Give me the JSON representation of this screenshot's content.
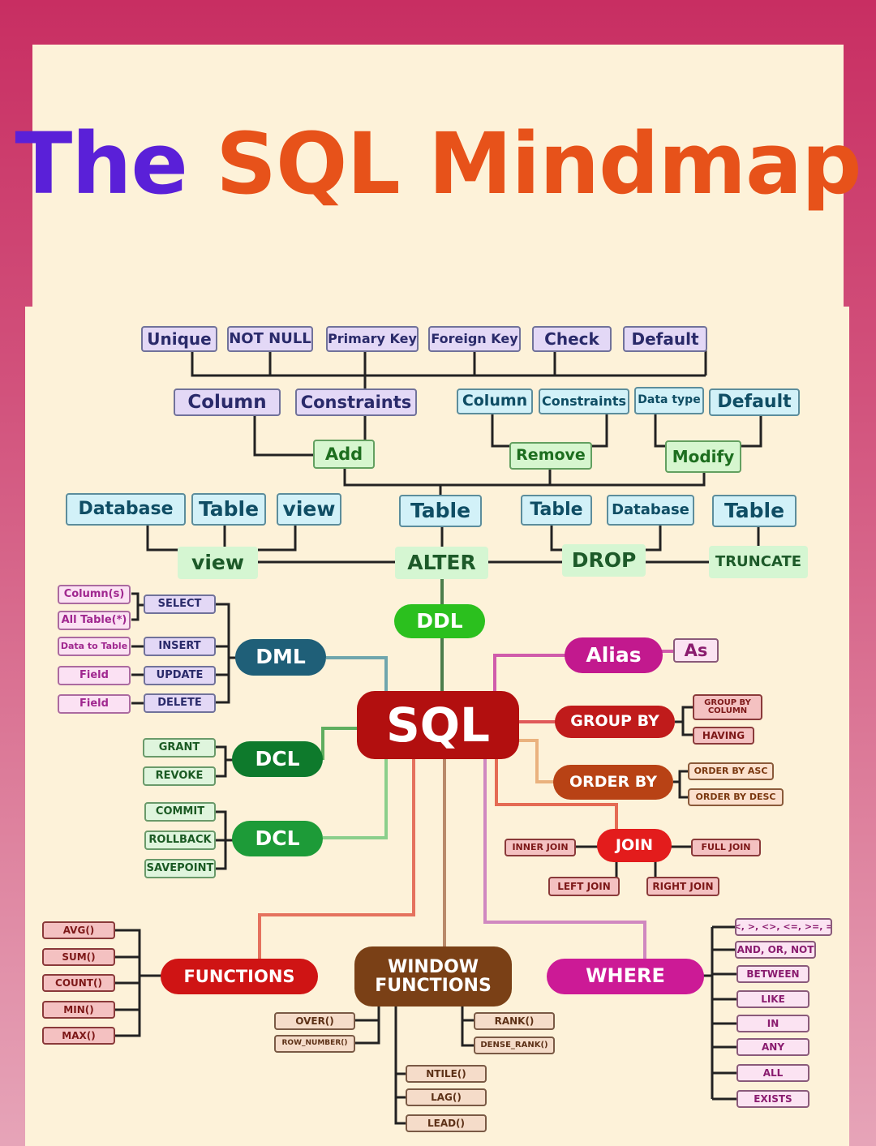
{
  "title": {
    "part1": "The",
    "part2": "SQL Mindmap"
  },
  "colors": {
    "title_part1": "#5a20d8",
    "title_part2": "#e7521a"
  },
  "center": {
    "label": "SQL"
  },
  "ddl": {
    "label": "DDL",
    "constraints": [
      "Unique",
      "NOT NULL",
      "Primary Key",
      "Foreign Key",
      "Check",
      "Default"
    ],
    "add": {
      "label": "Add",
      "children": [
        "Column",
        "Constraints"
      ]
    },
    "remove": {
      "label": "Remove",
      "children": [
        "Column",
        "Constraints"
      ]
    },
    "modify": {
      "label": "Modify",
      "children": [
        "Data type",
        "Default"
      ]
    },
    "alter": {
      "label": "ALTER",
      "target": "Table"
    },
    "view": {
      "label": "view",
      "children": [
        "Database",
        "Table",
        "view"
      ]
    },
    "drop": {
      "label": "DROP",
      "children": [
        "Table",
        "Database"
      ]
    },
    "truncate": {
      "label": "TRUNCATE",
      "target": "Table"
    }
  },
  "dml": {
    "label": "DML",
    "commands": [
      {
        "label": "SELECT",
        "args": [
          "Column(s)",
          "All Table(*)"
        ]
      },
      {
        "label": "INSERT",
        "args": [
          "Data to Table"
        ]
      },
      {
        "label": "UPDATE",
        "args": [
          "Field"
        ]
      },
      {
        "label": "DELETE",
        "args": [
          "Field"
        ]
      }
    ]
  },
  "dcl": {
    "label": "DCL",
    "items": [
      "GRANT",
      "REVOKE"
    ]
  },
  "tcl": {
    "label": "DCL",
    "items": [
      "COMMIT",
      "ROLLBACK",
      "SAVEPOINT"
    ]
  },
  "alias": {
    "label": "Alias",
    "child": "As"
  },
  "group_by": {
    "label": "GROUP BY",
    "children": [
      "GROUP BY COLUMN",
      "HAVING"
    ]
  },
  "order_by": {
    "label": "ORDER BY",
    "children": [
      "ORDER BY ASC",
      "ORDER BY DESC"
    ]
  },
  "join": {
    "label": "JOIN",
    "children": [
      "INNER JOIN",
      "FULL JOIN",
      "LEFT JOIN",
      "RIGHT JOIN"
    ]
  },
  "functions": {
    "label": "FUNCTIONS",
    "items": [
      "AVG()",
      "SUM()",
      "COUNT()",
      "MIN()",
      "MAX()"
    ]
  },
  "window_functions": {
    "label_line1": "WINDOW",
    "label_line2": "FUNCTIONS",
    "items": [
      "OVER()",
      "ROW_NUMBER()",
      "RANK()",
      "DENSE_RANK()",
      "NTILE()",
      "LAG()",
      "LEAD()"
    ]
  },
  "where": {
    "label": "WHERE",
    "items": [
      "<, >, <>, <=, >=, =",
      "AND, OR, NOT",
      "BETWEEN",
      "LIKE",
      "IN",
      "ANY",
      "ALL",
      "EXISTS"
    ]
  }
}
